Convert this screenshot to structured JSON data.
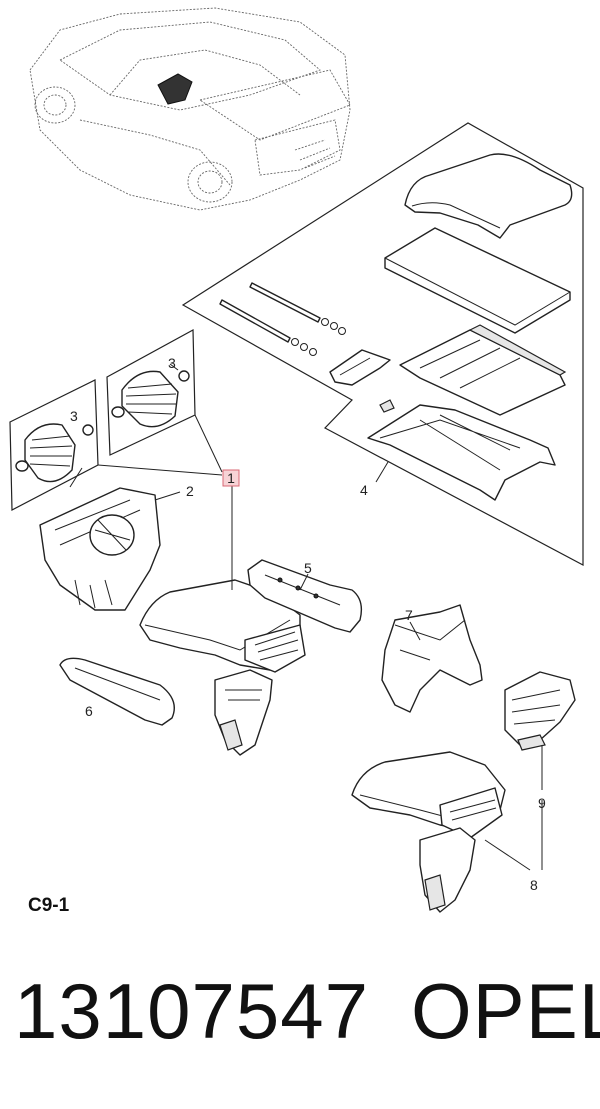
{
  "diagram": {
    "reference_code": "C9-1",
    "callouts": {
      "c1": "1",
      "c2": "2",
      "c3a": "3",
      "c3b": "3",
      "c4": "4",
      "c5": "5",
      "c6": "6",
      "c7": "7",
      "c8": "8",
      "c9": "9"
    },
    "colors": {
      "highlight_fill": "#f7d3d6",
      "highlight_stroke": "#d86a75",
      "line": "#222222"
    }
  },
  "footer": {
    "part_number": "13107547",
    "brand": "OPEL"
  }
}
